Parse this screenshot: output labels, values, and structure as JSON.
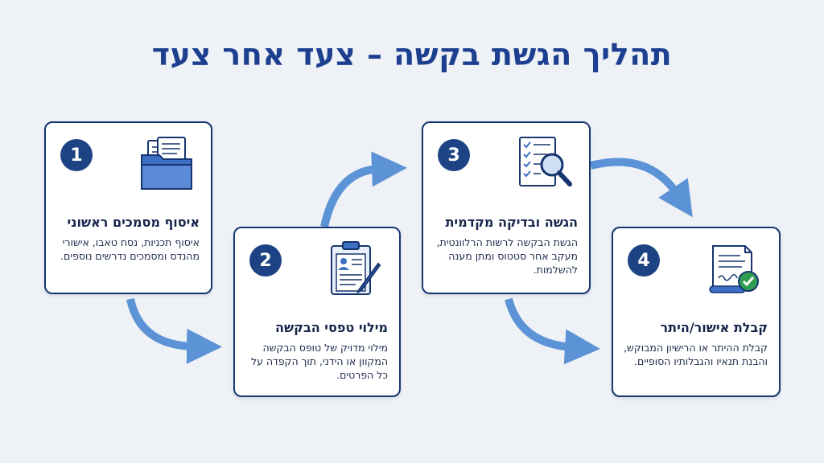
{
  "title": "תהליך הגשת בקשה – צעד אחר צעד",
  "colors": {
    "accent": "#1d4384",
    "arrow": "#5b93d6",
    "border": "#17356f",
    "background": "#eef1f6"
  },
  "steps": [
    {
      "number": "1",
      "title": "איסוף מסמכים ראשוני",
      "description": "איסוף תכניות, נסח טאבו, אישורי מהנדס ומסמכים נדרשים נוספים.",
      "icon": "folder-documents-icon"
    },
    {
      "number": "2",
      "title": "מילוי טפסי הבקשה",
      "description": "מילוי מדויק של טופס הבקשה המקוון או הידני, תוך הקפדה על כל הפרטים.",
      "icon": "clipboard-form-icon"
    },
    {
      "number": "3",
      "title": "הגשה ובדיקה מקדמית",
      "description": "הגשת הבקשה לרשות הרלוונטית, מעקב אחר סטטוס ומתן מענה להשלמות.",
      "icon": "checklist-magnifier-icon"
    },
    {
      "number": "4",
      "title": "קבלת אישור/היתר",
      "description": "קבלת ההיתר או הרישיון המבוקש, והבנת תנאיו והגבלותיו הסופיים.",
      "icon": "certificate-check-icon"
    }
  ]
}
